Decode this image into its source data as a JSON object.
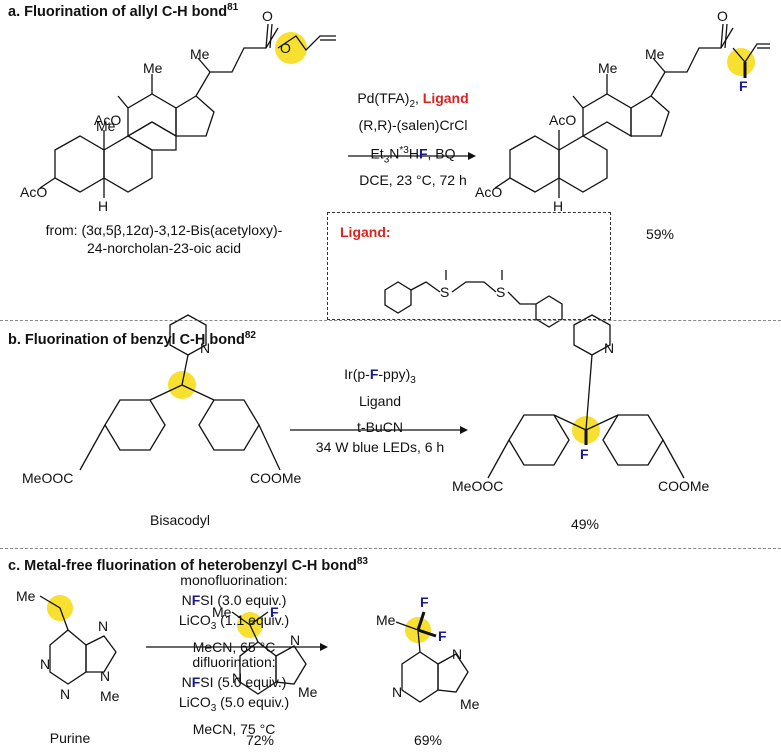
{
  "sections": {
    "a": {
      "title_main": "a. Fluorination of allyl C-H bond",
      "title_ref": "81",
      "start_source_1": "from: (3α,5β,12α)-3,12-Bis(acetyloxy)-",
      "start_source_2": "24-norcholan-23-oic acid",
      "cond1_pre": "Pd(TFA)",
      "cond1_sub": "2",
      "cond1_ligand": "Ligand",
      "cond2": "(R,R)",
      "cond2_rest": "-(salen)CrCl",
      "cond3_pre": "Et",
      "cond3_sub": "3",
      "cond3_mid": "N",
      "cond3_sup": "*3",
      "cond3_h": "H",
      "cond3_f": "F",
      "cond3_end": ", BQ",
      "cond4": "DCE, 23 °C, 72 h",
      "ligand_label": "Ligand:",
      "yield": "59%",
      "atoms": {
        "aco": "AcO",
        "me": "Me",
        "h": "H",
        "o": "O",
        "three": "3",
        "f": "F",
        "s": "S"
      }
    },
    "b": {
      "title_main": "b. Fluorination of benzyl C-H bond",
      "title_ref": "82",
      "cond1_pre": "Ir(p-",
      "cond1_f": "F",
      "cond1_post": "-ppy)",
      "cond1_sub": "3",
      "cond2": "Ligand",
      "cond3": "t-BuCN",
      "cond4": "34 W blue LEDs, 6 h",
      "start_name": "Bisacodyl",
      "yield": "49%",
      "atoms": {
        "meooc": "MeOOC",
        "coome": "COOMe",
        "n": "N",
        "f": "F"
      }
    },
    "c": {
      "title_main": "c. Metal-free fluorination of heterobenzyl C-H bond",
      "title_ref": "83",
      "mono_label": "monofluorination:",
      "mono_r1_pre": "N",
      "mono_r1_f": "F",
      "mono_r1_post": "SI (3.0 equiv.)",
      "mono_r2": "LiCO",
      "mono_r2_sub": "3",
      "mono_r2_post": " (1.1 equiv.)",
      "mono_r3": "MeCN, 65 °C",
      "di_label": "difluorination:",
      "di_r1_pre": "N",
      "di_r1_f": "F",
      "di_r1_post": "SI (5.0 equiv.)",
      "di_r2": "LiCO",
      "di_r2_sub": "3",
      "di_r2_post": " (5.0 equiv.)",
      "di_r3": "MeCN, 75 °C",
      "start_name": "Purine",
      "yield_mono": "72%",
      "yield_di": "69%",
      "atoms": {
        "me": "Me",
        "n": "N",
        "f": "F"
      }
    }
  },
  "colors": {
    "highlight": "#f7e030",
    "ligand_red": "#d22222",
    "fluorine": "#1a1a8c"
  }
}
